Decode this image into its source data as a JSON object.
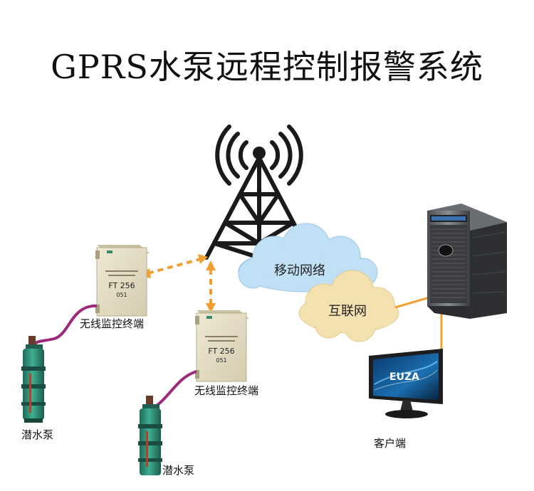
{
  "title": "GPRS水泵远程控制报警系统",
  "clouds": {
    "mobile_network": "移动网络",
    "internet": "互联网"
  },
  "terminals": [
    {
      "label": "无线监控终端",
      "model": "FT 256",
      "code": "051"
    },
    {
      "label": "无线监控终端",
      "model": "FT 256",
      "code": "051"
    }
  ],
  "pumps": [
    {
      "label": "潜水泵"
    },
    {
      "label": "潜水泵"
    }
  ],
  "client": {
    "label": "客户端",
    "screen_text": "ЕUZA"
  },
  "colors": {
    "wireless_link": "#f0a030",
    "wired_link": "#f0a030",
    "cable": "#9c2a7a",
    "cloud_fill": "#bfe0f5",
    "internet_fill": "#f3e2b0",
    "tower": "#1a1a1a",
    "terminal_box": "#e6dfc7",
    "pump": "#2f8f78"
  }
}
